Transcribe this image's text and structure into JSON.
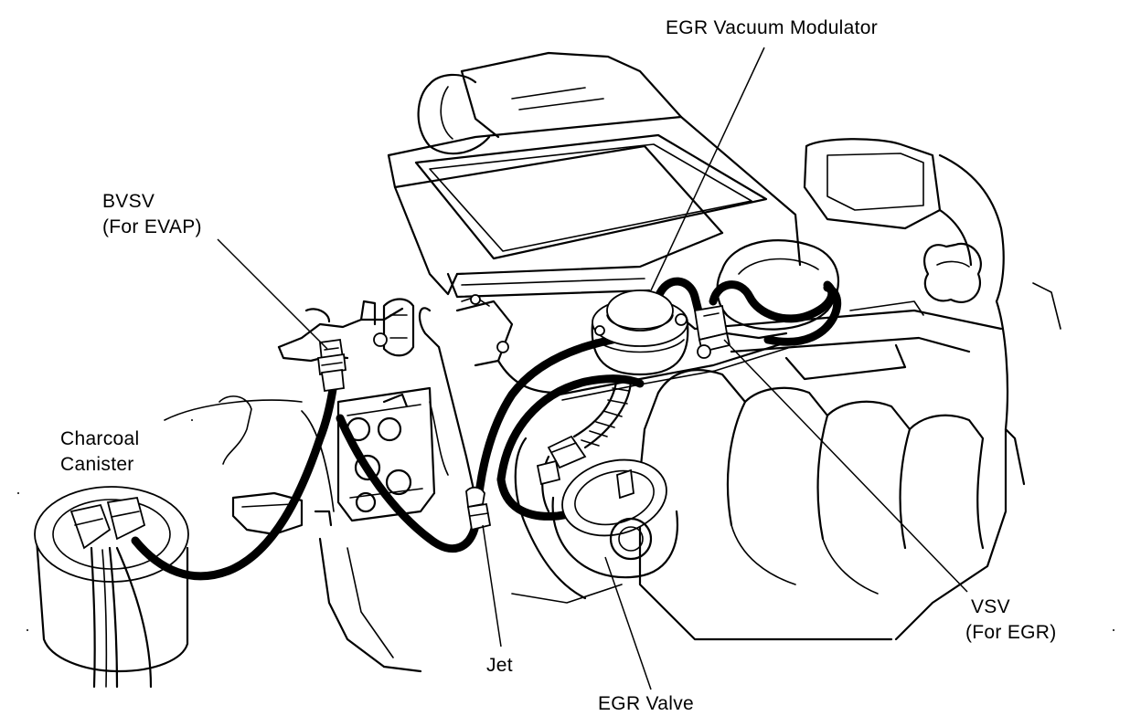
{
  "labels": {
    "egr_vacuum_modulator": "EGR Vacuum Modulator",
    "bvsv_line1": "BVSV",
    "bvsv_line2": "(For EVAP)",
    "charcoal_canister_line1": "Charcoal",
    "charcoal_canister_line2": "Canister",
    "vsv_line1": "VSV",
    "vsv_line2": "(For EGR)",
    "jet": "Jet",
    "egr_valve": "EGR Valve"
  }
}
